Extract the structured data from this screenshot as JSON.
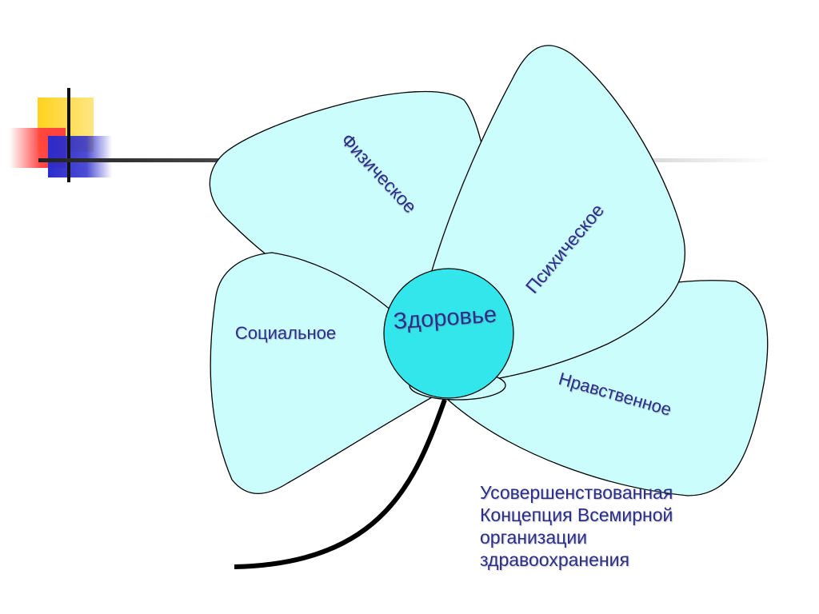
{
  "diagram": {
    "center": "Здоровье",
    "petals": {
      "physical": "Физическое",
      "psychic": "Психическое",
      "social": "Социальное",
      "moral": "Нравственное"
    },
    "caption_lines": [
      "Усовершенствованная",
      "Концепция Всемирной",
      "организации",
      "здравоохранения"
    ]
  },
  "colors": {
    "petal_fill": "#ccfdfd",
    "center_fill": "#33e6ec",
    "stroke": "#000000",
    "text": "#2b2f8a",
    "deco_yellow": "#ffd21e",
    "deco_red": "#ff3f3f",
    "deco_blue": "#2c2ccc"
  }
}
